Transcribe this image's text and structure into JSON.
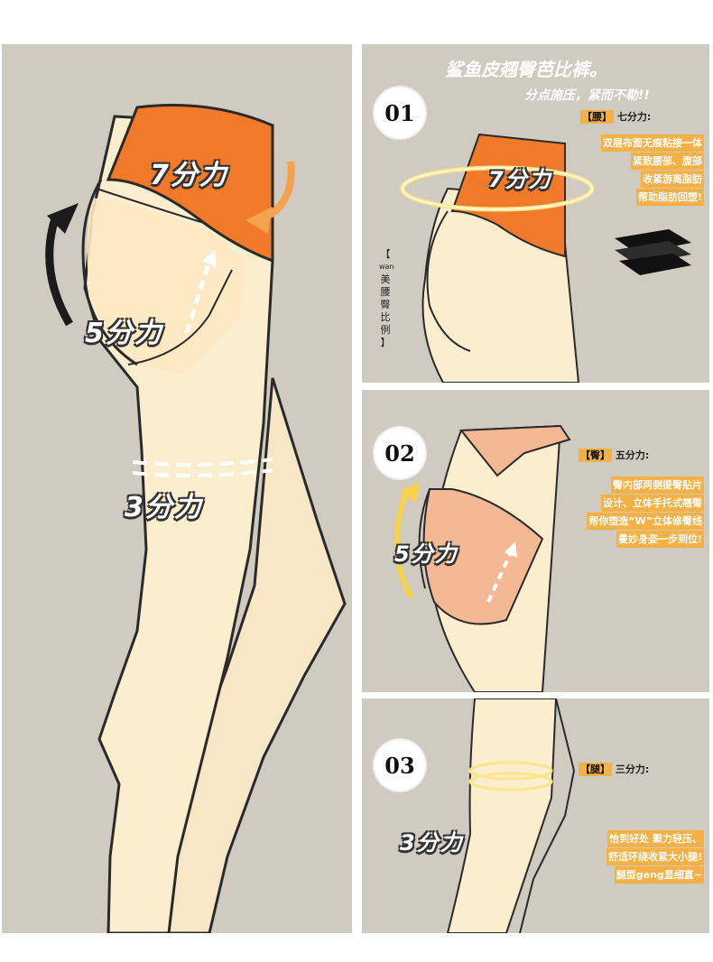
{
  "header": {
    "title": "鲨鱼皮翘臀芭比裤。",
    "subtitle": "分点施压，紧而不勒!!"
  },
  "left_panel": {
    "waist_force": "7分力",
    "hip_force": "5分力",
    "leg_force": "3分力"
  },
  "side_label": {
    "text": "【wan美腰臀比例】",
    "chars": [
      "【",
      "wan",
      "美",
      "腰",
      "臀",
      "比",
      "例",
      "】"
    ]
  },
  "sections": [
    {
      "number": "01",
      "tag_main": "【腰】",
      "tag_force": "七分力:",
      "force_label": "7分力",
      "lines": [
        "双层布面无痕粘接一体",
        "紧致腰部、腹部",
        "收紧游离脂肪",
        "帮助脂肪回塑!"
      ]
    },
    {
      "number": "02",
      "tag_main": "【臀】",
      "tag_force": "五分力:",
      "force_label": "5分力",
      "lines": [
        "臀内部两侧提臀贴片",
        "设计、立体手托式翘臀",
        "帮你塑造“W”立体修臀线",
        "曼妙身姿一步到位!"
      ]
    },
    {
      "number": "03",
      "tag_main": "【腿】",
      "tag_force": "三分力:",
      "force_label": "3分力",
      "lines": [
        "恰到好处 聚力轻压、",
        "舒适环绕收紧大小腿!",
        "腿型geng显细直~"
      ]
    }
  ],
  "colors": {
    "panel_bg": "#cfcbc0",
    "skin": "#fbeecf",
    "waistband": "#f07a2a",
    "hip_patch": "#f4b895",
    "accent": "#f6b044"
  }
}
